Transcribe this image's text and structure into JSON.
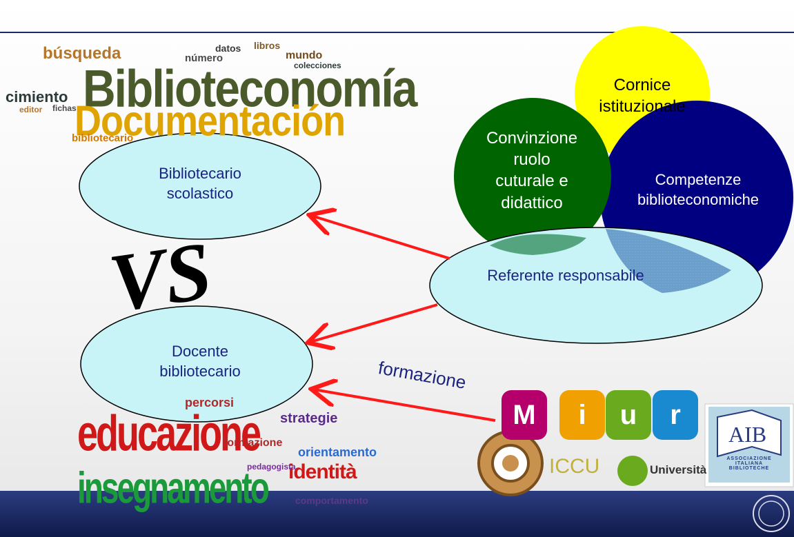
{
  "nodes": {
    "bibliotecario_scolastico": "Bibliotecario\nscolastico",
    "docente_bibliotecario": "Docente\nbibliotecario",
    "referente_responsabile": "Referente responsabile",
    "cornice": "Cornice\nistituzionale",
    "convinzione": "Convinzione\nruolo\ncuturale e\ndidattico",
    "competenze": "Competenze\nbiblioteconomiche"
  },
  "labels": {
    "vs": "VS",
    "formazione": "formazione"
  },
  "wordcloud_top": {
    "main1": "Biblioteconomía",
    "main2": "Documentación",
    "w_busqueda": "búsqueda",
    "w_cimiento": "cimiento",
    "w_bibliotecario": "bibliotecario",
    "w_numero": "número",
    "w_mundo": "mundo",
    "w_datos": "datos",
    "w_libros": "libros",
    "w_colecciones": "colecciones",
    "w_editor": "editor",
    "w_fichas": "fichas"
  },
  "wordcloud_bottom": {
    "main1": "educazione",
    "main2": "insegnamento",
    "w_percorsi": "percorsi",
    "w_identita": "identità",
    "w_strategie": "strategie",
    "w_formazione": "formazione",
    "w_orientamento": "orientamento",
    "w_pedagogista": "pedagogista",
    "w_comportamento": "comportamento"
  },
  "logos": {
    "miur_letters": [
      "M",
      "i",
      "u",
      "r"
    ],
    "iccu": "ICCU",
    "universita": "Università",
    "aib": "AIB",
    "aib_caption": "ASSOCIAZIONE\nITALIANA\nBIBLIOTECHE"
  },
  "colors": {
    "accent_navy": "#1c2a66",
    "ellipse_fill": "#c8f4f8",
    "arrow_red": "#ff1a1a",
    "cornice_yellow": "#ffff00",
    "convinzione_green": "#006400",
    "competenze_navy": "#000080"
  }
}
